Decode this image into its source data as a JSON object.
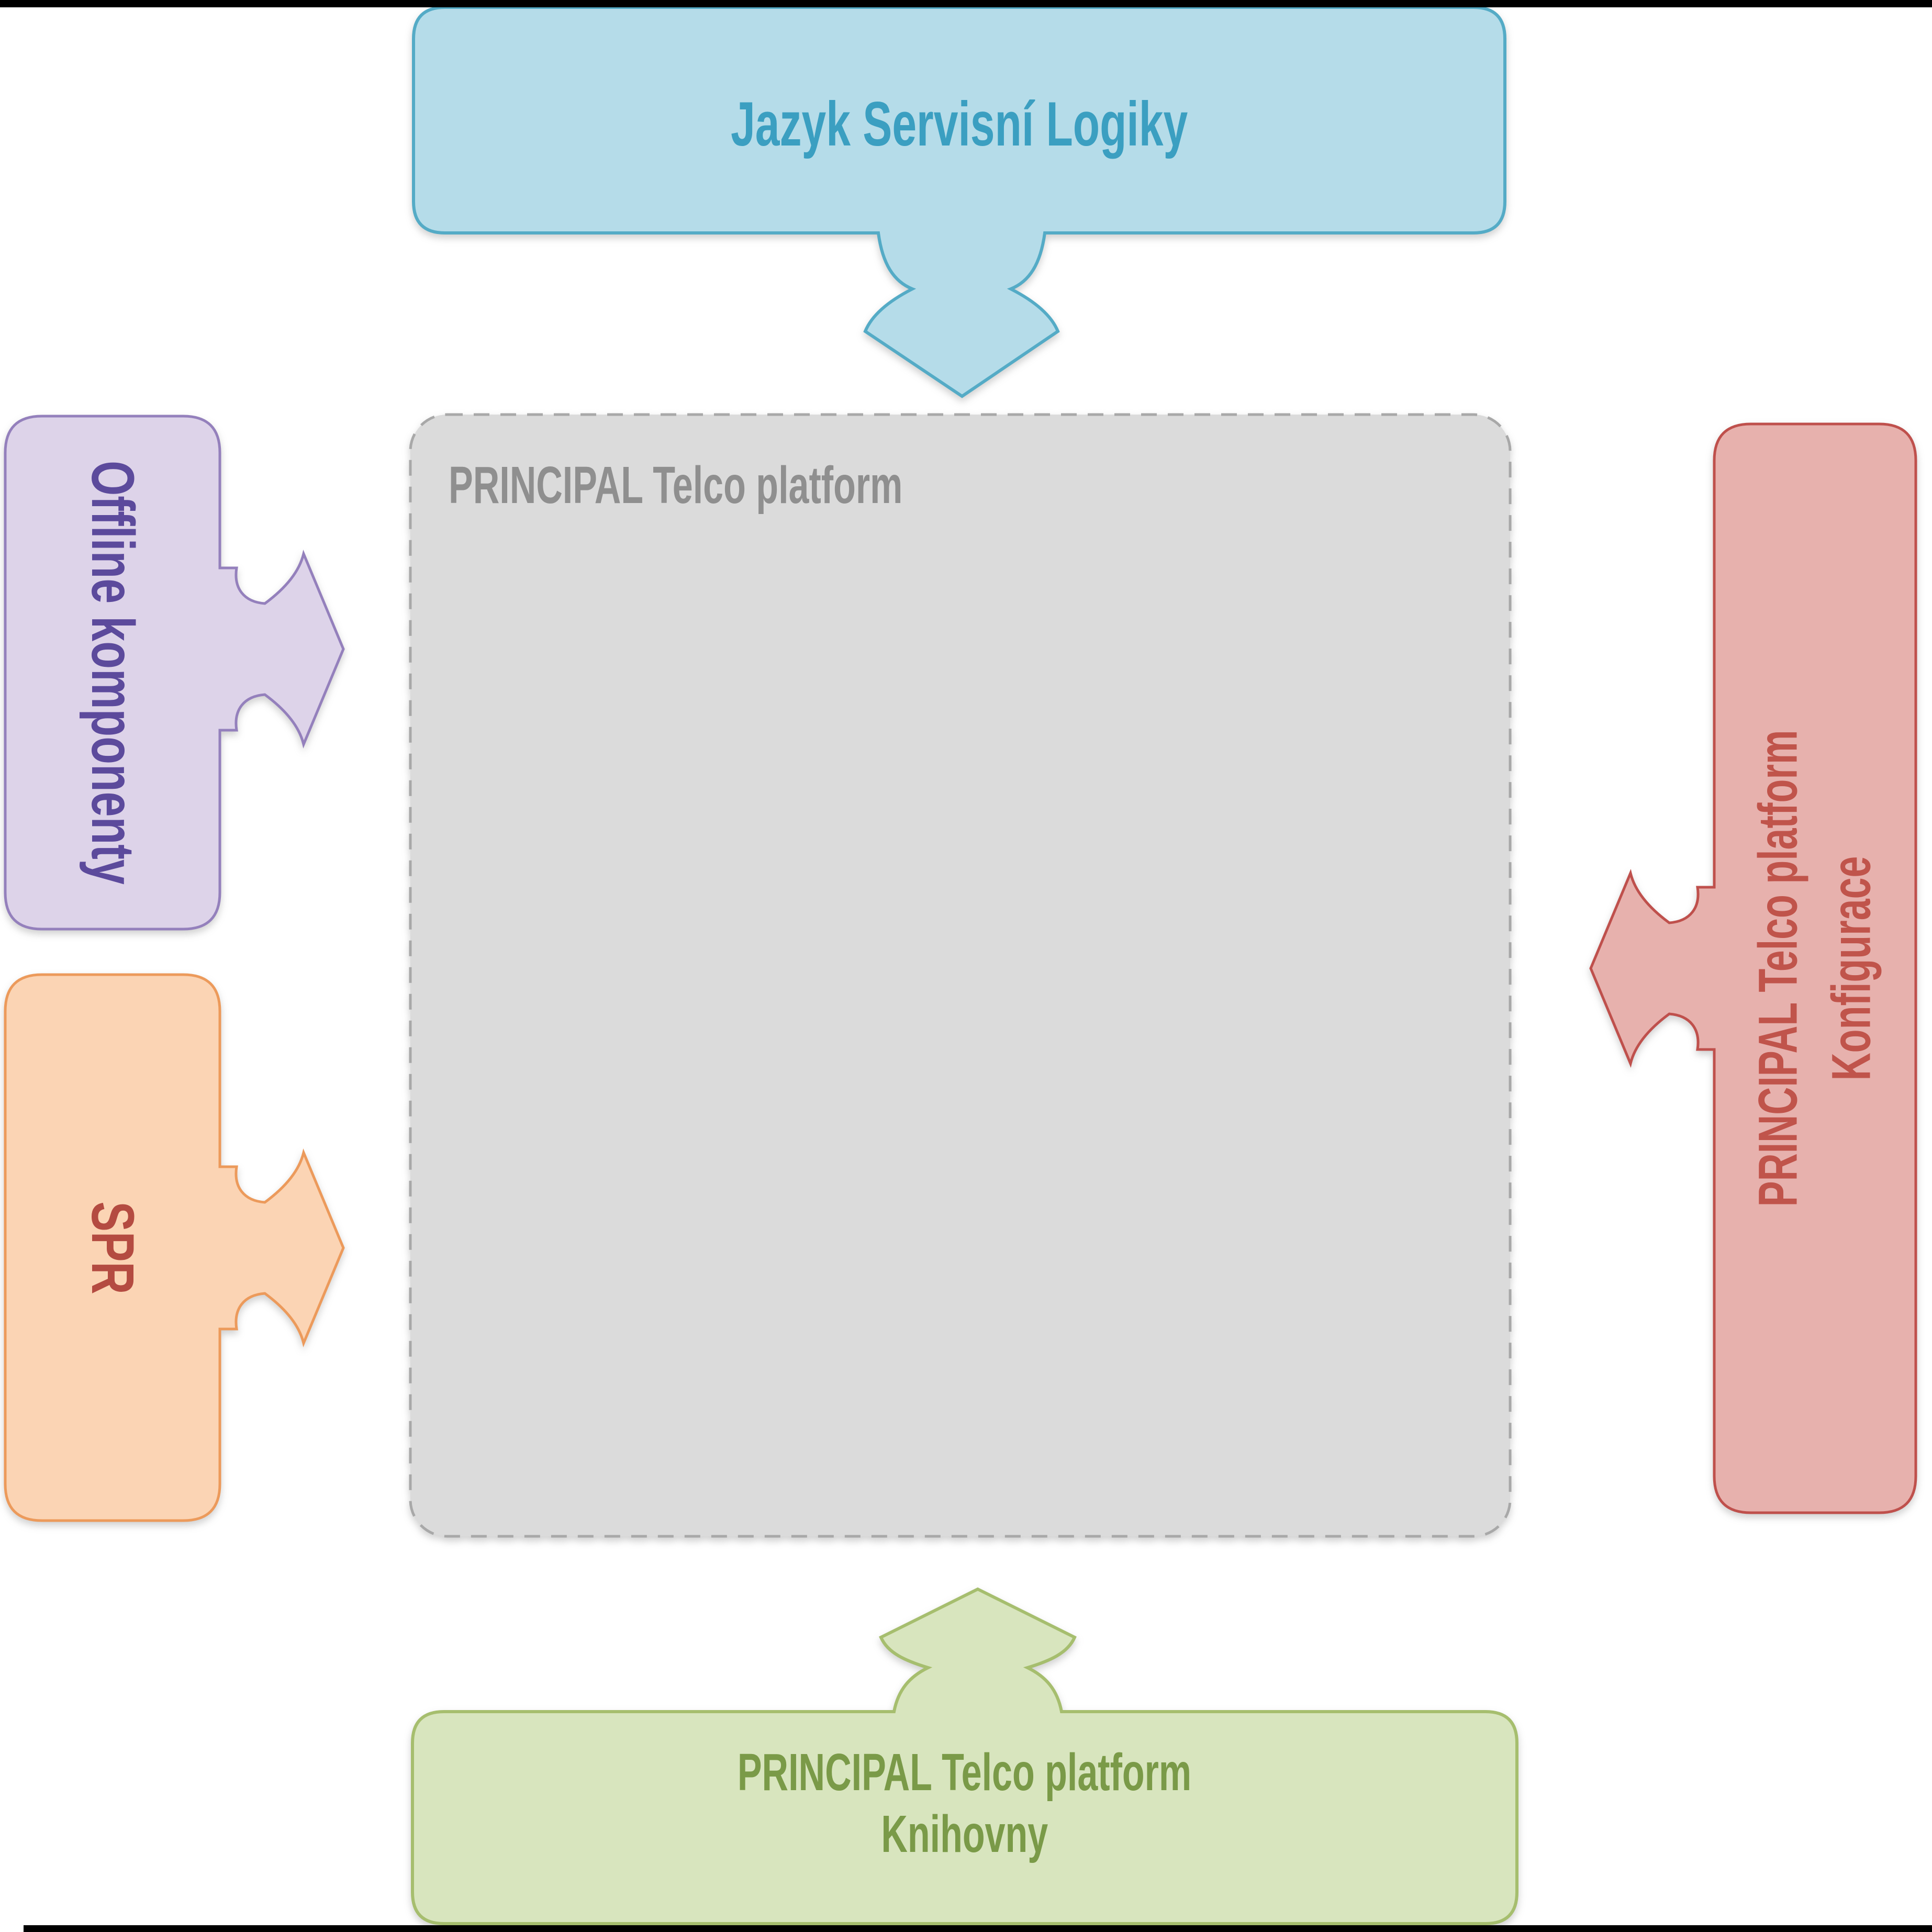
{
  "banner_top": {
    "label": "Jazyk Servisní Logiky"
  },
  "platform": {
    "label": "PRINCIPAL Telco platform"
  },
  "pieces": {
    "offline": {
      "label": "Offline komponenty"
    },
    "spr": {
      "label": "SPR"
    },
    "konfigurace": {
      "line1": "PRINCIPAL Telco platform",
      "line2": "Konfigurace"
    },
    "knihovny": {
      "line1": "PRINCIPAL Telco platform",
      "line2": "Knihovny"
    }
  },
  "colors": {
    "blue-fill": "#b5dce9",
    "blue-stroke": "#54abc6",
    "blue-text": "#3b9fc1",
    "gray-fill": "#dbdbdb",
    "gray-stroke": "#a8a8a8",
    "gray-text": "#8f8f8f",
    "purple-fill": "#ddd3e9",
    "purple-stroke": "#9480bc",
    "purple-text": "#5c4a9c",
    "orange-fill": "#fbd4b4",
    "orange-stroke": "#ec9a5b",
    "orange-text": "#b44b41",
    "red-fill": "#e7b1ad",
    "red-stroke": "#bf504c",
    "red-text": "#c0544b",
    "green-fill": "#d8e5be",
    "green-stroke": "#a6be6e",
    "green-text": "#7a9a48",
    "bar": "#000000"
  }
}
